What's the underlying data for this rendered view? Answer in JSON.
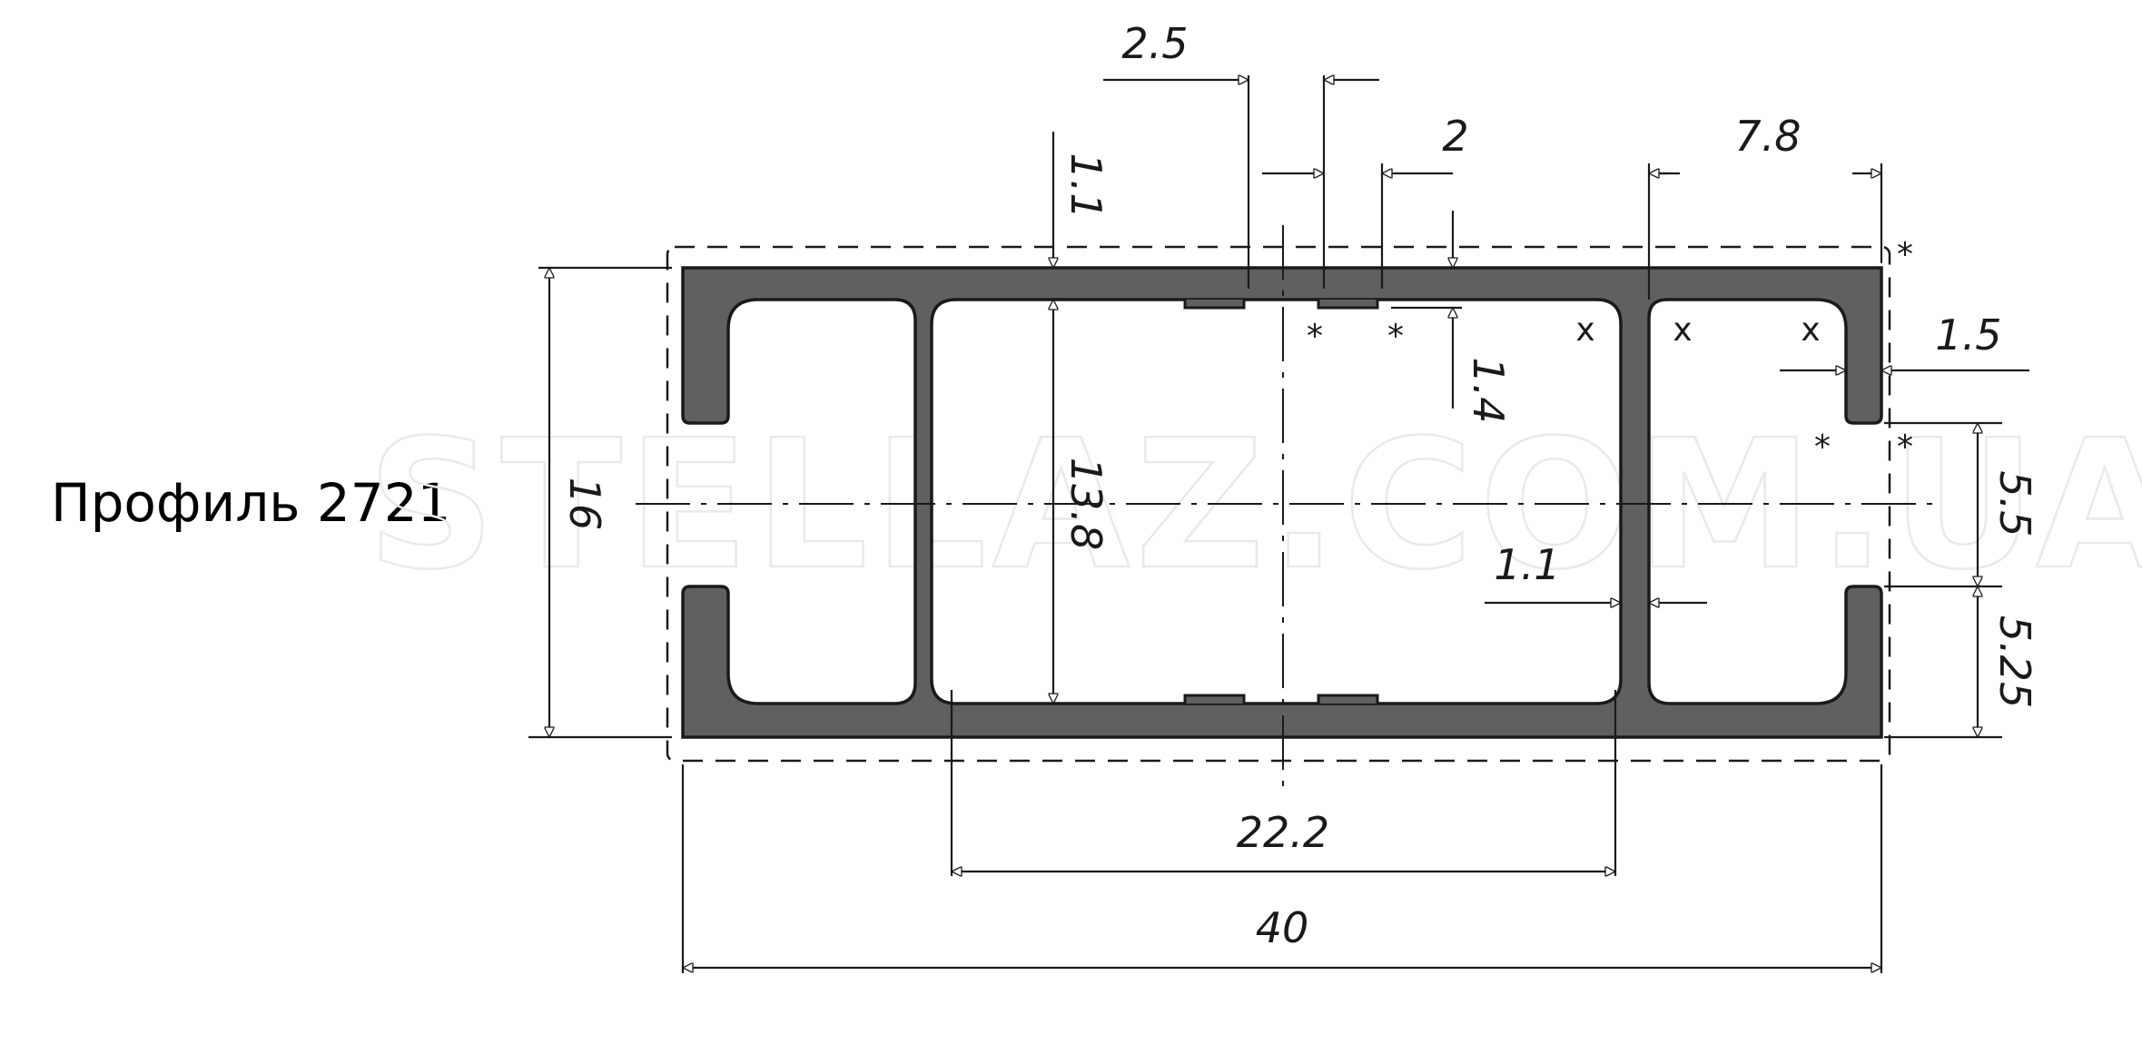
{
  "title": "Профиль 2721",
  "watermark": "STELLAZ.COM.UA",
  "colors": {
    "profile_fill": "#606060",
    "profile_stroke": "#1a1a1a",
    "line": "#1a1a1a",
    "background": "#ffffff"
  },
  "dimensions": {
    "slot_width": "2.5",
    "small_gap": "2",
    "right_chamber_width": "7.8",
    "top_wall": "1.1",
    "rib_depth": "1.4",
    "lip_thickness": "1.5",
    "height": "16",
    "inner_height": "13.8",
    "upper_half": "5.5",
    "lower_half": "5.25",
    "rib_thickness": "1.1",
    "inner_width": "22.2",
    "width": "40"
  },
  "markers": {
    "star": "*",
    "cross": "x"
  }
}
